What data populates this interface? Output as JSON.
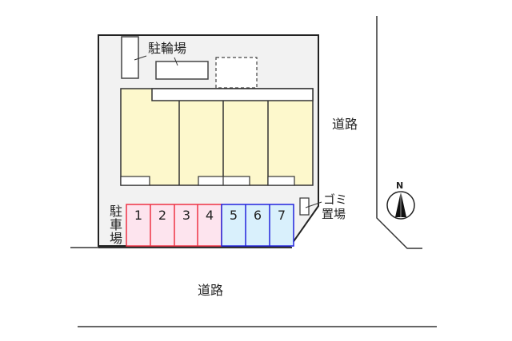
{
  "labels": {
    "bicycle_parking": "駐輪場",
    "car_parking": "駐車場",
    "garbage_area_line1": "ゴミ",
    "garbage_area_line2": "置場",
    "road_east": "道路",
    "road_south": "道路",
    "north": "N"
  },
  "parking": {
    "spaces": [
      "1",
      "2",
      "3",
      "4",
      "5",
      "6",
      "7"
    ],
    "colors": {
      "group_a_fill": "#fde4ee",
      "group_a_stroke": "#ee3344",
      "group_b_fill": "#d9f0fc",
      "group_b_stroke": "#2222dd"
    }
  },
  "colors": {
    "site_fill": "#f2f2f2",
    "building_fill": "#fdf8cc",
    "outline": "#333333"
  }
}
